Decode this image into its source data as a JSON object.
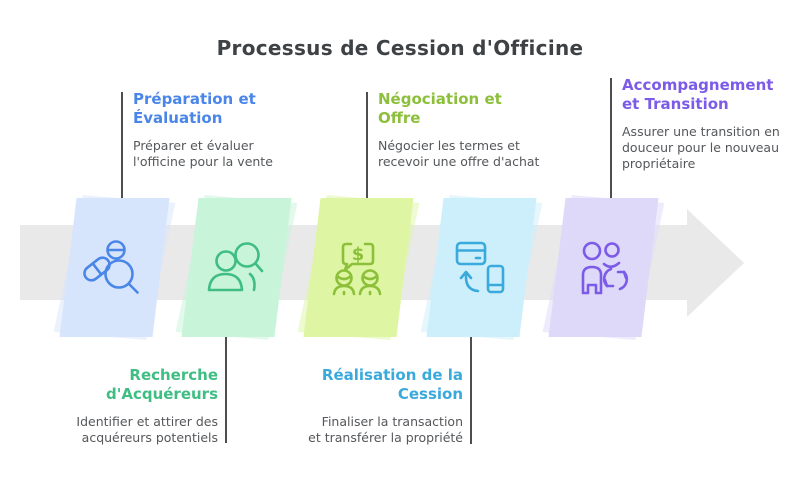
{
  "title": "Processus de Cession d'Officine",
  "colors": {
    "background": "#ffffff",
    "band": "#e9e9ea",
    "connector": "#4c4f52",
    "title_text": "#3f4245",
    "body_text": "#55575a"
  },
  "steps": [
    {
      "title": "Préparation et\nÉvaluation",
      "description": "Préparer et évaluer\nl'officine pour la vente",
      "accent": "#4a86e8",
      "fill": "#d7e5fc",
      "icon": "pills-magnifier-icon",
      "label_position": "top"
    },
    {
      "title": "Recherche\nd'Acquéreurs",
      "description": "Identifier et attirer des\nacquéreurs potentiels",
      "accent": "#3fbd82",
      "fill": "#c8f4da",
      "icon": "buyer-search-icon",
      "label_position": "bottom"
    },
    {
      "title": "Négociation et\nOffre",
      "description": "Négocier les termes et\nrecevoir une offre d'achat",
      "accent": "#8cbf3a",
      "fill": "#def6a3",
      "icon": "negotiation-dollar-bubble-icon",
      "icon_glyph": "$",
      "label_position": "top"
    },
    {
      "title": "Réalisation de la\nCession",
      "description": "Finaliser la transaction\net transférer la propriété",
      "accent": "#3aa9dc",
      "fill": "#cceffb",
      "icon": "card-phone-transfer-icon",
      "label_position": "bottom"
    },
    {
      "title": "Accompagnement\net Transition",
      "description": "Assurer une transition en\ndouceur pour le nouveau\npropriétaire",
      "accent": "#7b5be8",
      "fill": "#ded9f9",
      "icon": "people-handover-sync-icon",
      "label_position": "top"
    }
  ]
}
